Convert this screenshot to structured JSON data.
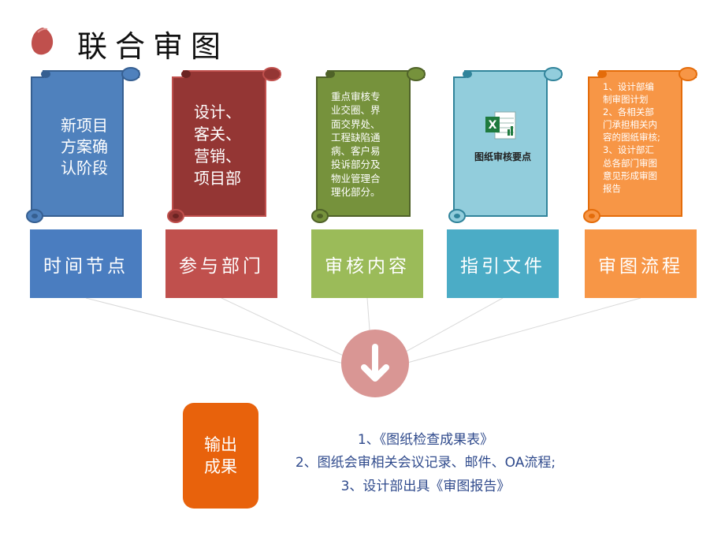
{
  "title": "联合审图",
  "columns": [
    {
      "header": "时间节点",
      "scroll_text": "新项目\n方案确\n认阶段",
      "color": "#4a7dc0",
      "paper": "#4f81bd",
      "edge": "#365f91"
    },
    {
      "header": "参与部门",
      "scroll_text": "设计、\n客关、\n营销、\n项目部",
      "color": "#c0504d",
      "paper": "#943634",
      "edge": "#6b2422"
    },
    {
      "header": "审核内容",
      "scroll_text": "重点审核专\n业交圈、界\n面交界处、\n工程缺陷通\n病、客户易\n投诉部分及\n物业管理合\n理化部分。",
      "color": "#9bbb59",
      "paper": "#76923c",
      "edge": "#4f6228"
    },
    {
      "header": "指引文件",
      "doc_label": "图纸审核要点",
      "color": "#4bacc6",
      "paper": "#92cddc",
      "edge": "#31849b"
    },
    {
      "header": "审图流程",
      "scroll_text": "1、设计部编\n制审图计划\n2、各相关部\n门承担相关内\n容的图纸审核;\n3、设计部汇\n总各部门审图\n意见形成审图\n报告",
      "color": "#f79646",
      "paper": "#f79646",
      "edge": "#e46c0a"
    }
  ],
  "output": {
    "label": "输出\n成果",
    "lines": [
      "1、《图纸检查成果表》",
      "2、图纸会审相关会议记录、邮件、OA流程;",
      "3、设计部出具《审图报告》"
    ]
  },
  "icons": {
    "title_leaf": "leaf-icon",
    "arrow": "arrow-down-circle-icon",
    "excel": "excel-file-icon"
  }
}
